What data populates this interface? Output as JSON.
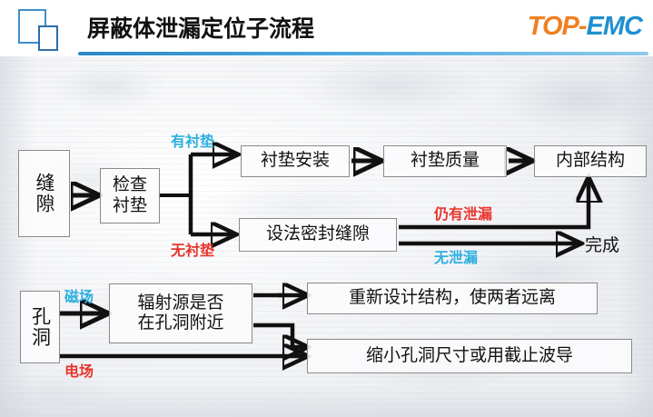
{
  "header": {
    "title": "屏蔽体泄漏定位子流程",
    "brand_primary": "TOP-",
    "brand_secondary": "EMC",
    "brand_primary_color": "#ef8022",
    "brand_secondary_color": "#1f8fd0",
    "rule_color": "#2a88c8",
    "logo_name": "two-rectangles-logo"
  },
  "flow": {
    "top_branch": {
      "start": "缝隙",
      "check": "检查\n衬垫",
      "label_yes": "有衬垫",
      "label_no": "无衬垫",
      "label_yes_color": "#2eafe0",
      "label_no_color": "#e8352c",
      "gasket_install": "衬垫安装",
      "gasket_quality": "衬垫质量",
      "internal_structure": "内部结构",
      "seal_gap": "设法密封缝隙",
      "label_still_leak": "仍有泄漏",
      "label_no_leak": "无泄漏",
      "label_still_leak_color": "#e8352c",
      "label_no_leak_color": "#2eafe0",
      "done": "完成"
    },
    "bottom_branch": {
      "start": "孔洞",
      "label_magnetic": "磁场",
      "label_electric": "电场",
      "label_magnetic_color": "#2eafe0",
      "label_electric_color": "#e8352c",
      "radiation_source": "辐射源是否\n在孔洞附近",
      "redesign": "重新设计结构，使两者远离",
      "shrink_hole": "缩小孔洞尺寸或用截止波导"
    }
  }
}
